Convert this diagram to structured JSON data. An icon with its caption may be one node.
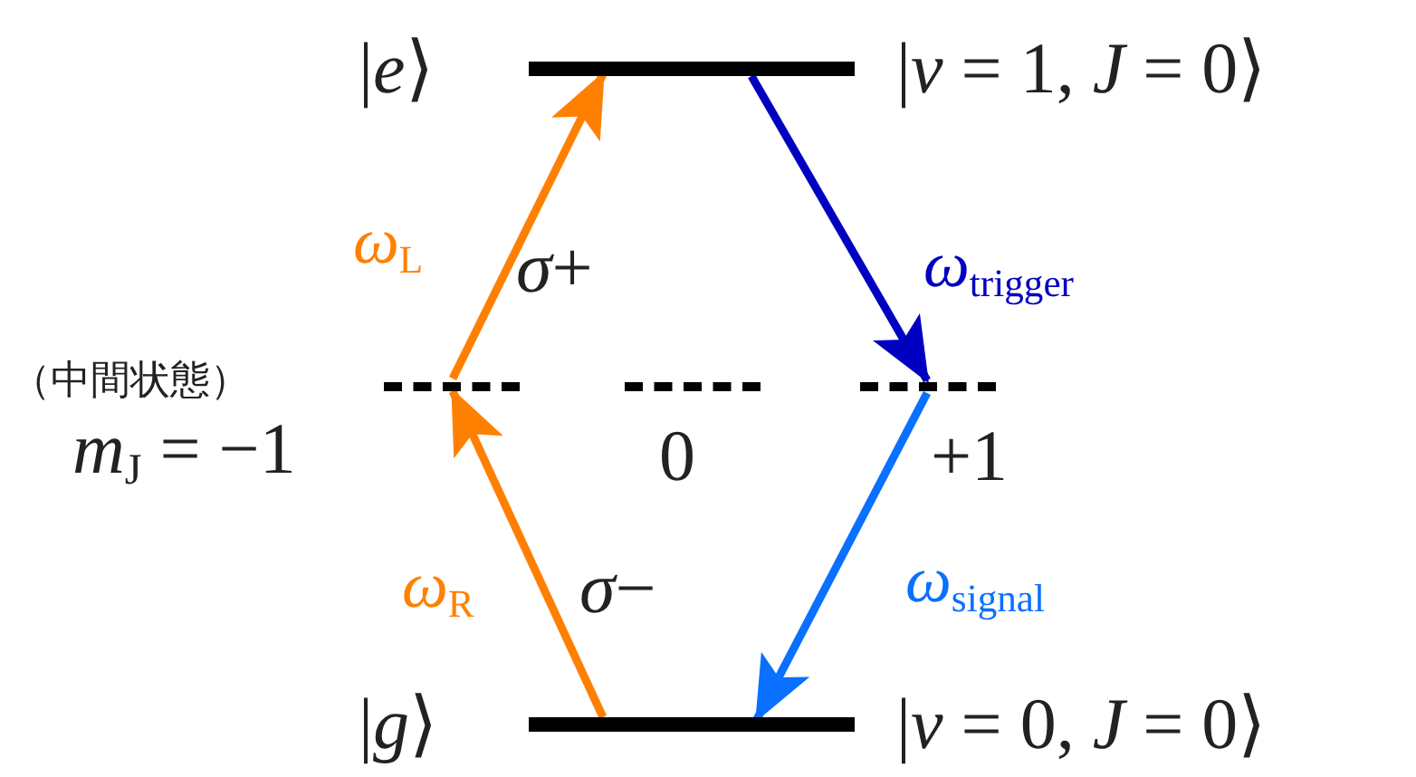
{
  "diagram": {
    "nodes": [
      {
        "text": [],
        "shape": "bar",
        "beside": [
          "|*e*⟩",
          "|*v* = 1, *J* = 0⟩"
        ]
      },
      {
        "text": [],
        "shape": "bar",
        "beside": [
          "（中間状態）",
          "*m*$_{J}$ = −1"
        ]
      },
      {
        "text": [],
        "shape": "bar",
        "beside": [
          "0"
        ]
      },
      {
        "text": [],
        "shape": "bar",
        "beside": [
          "+1"
        ]
      },
      {
        "text": [],
        "shape": "bar",
        "beside": [
          "|*g*⟩",
          "|*v* = 0, *J* = 0⟩"
        ]
      }
    ],
    "edges": [
      {
        "from": 4,
        "to": 1,
        "arrow": "to",
        "label": "*ω*$_{R}$",
        "color": "#ff8000"
      },
      {
        "from": 1,
        "to": 0,
        "arrow": "to",
        "label": "*ω*$_{L}$",
        "color": "#ff8000"
      },
      {
        "from": 0,
        "to": 3,
        "arrow": "to",
        "label": "*ω*$_{trigger}$",
        "color": "#0000c0"
      },
      {
        "from": 3,
        "to": 4,
        "arrow": "to",
        "label": "*ω*$_{signal}$",
        "color": "#0a70ff"
      }
    ],
    "labels": [
      "*σ*+",
      "*σ*−"
    ]
  }
}
